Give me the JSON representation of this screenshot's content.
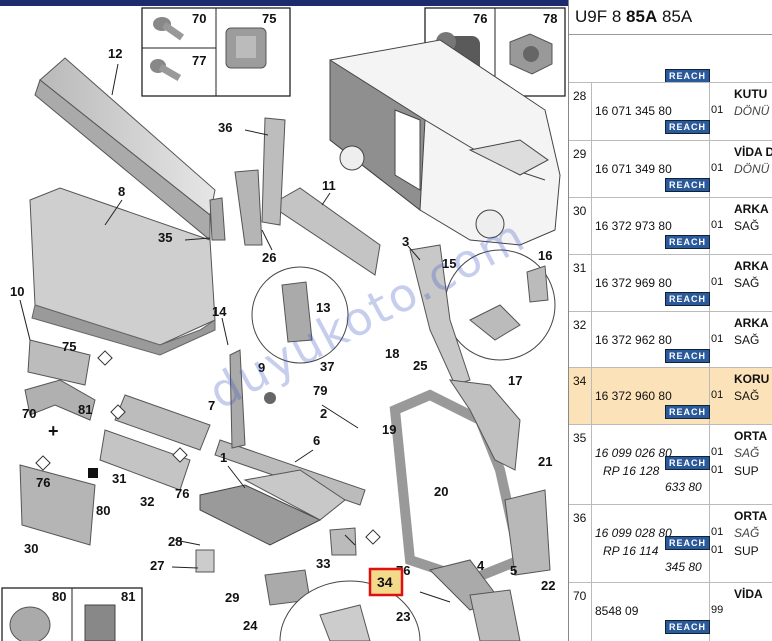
{
  "header": {
    "model_prefix": "U9F 8",
    "model_bold": "85A",
    "model_suffix": "85A"
  },
  "diagram": {
    "callouts": [
      "12",
      "8",
      "36",
      "11",
      "35",
      "26",
      "3",
      "15",
      "16",
      "10",
      "75",
      "14",
      "13",
      "9",
      "37",
      "79",
      "18",
      "25",
      "17",
      "70",
      "81",
      "7",
      "2",
      "6",
      "19",
      "20",
      "21",
      "76",
      "31",
      "32",
      "1",
      "80",
      "30",
      "28",
      "27",
      "29",
      "33",
      "34",
      "76",
      "4",
      "5",
      "24",
      "23",
      "22",
      "80",
      "81",
      "70",
      "75",
      "77",
      "76",
      "78"
    ],
    "selected_callout": "34",
    "watermark": "duyukoto.com"
  },
  "parts_panel": {
    "top_badge": "REACH",
    "rows": [
      {
        "ref": "28",
        "part_no": "16 071 345 80",
        "qty": "01",
        "desc1": "KUTU",
        "desc2": "DÖNÜ",
        "badge": "REACH",
        "selected": false,
        "italic": false
      },
      {
        "ref": "29",
        "part_no": "16 071 349 80",
        "qty": "01",
        "desc1": "VİDA D",
        "desc2": "DÖNÜ",
        "badge": "REACH",
        "selected": false,
        "italic": false
      },
      {
        "ref": "30",
        "part_no": "16 372 973 80",
        "qty": "01",
        "desc1": "ARKA",
        "desc2": "SAĞ",
        "badge": "REACH",
        "selected": false,
        "italic": false
      },
      {
        "ref": "31",
        "part_no": "16 372 969 80",
        "qty": "01",
        "desc1": "ARKA",
        "desc2": "SAĞ",
        "badge": "REACH",
        "selected": false,
        "italic": false
      },
      {
        "ref": "32",
        "part_no": "16 372 962 80",
        "qty": "01",
        "desc1": "ARKA",
        "desc2": "SAĞ",
        "badge": "REACH",
        "selected": false,
        "italic": false
      },
      {
        "ref": "34",
        "part_no": "16 372 960 80",
        "qty": "01",
        "desc1": "KORU",
        "desc2": "SAĞ",
        "badge": "REACH",
        "selected": true,
        "italic": false
      },
      {
        "ref": "35",
        "part_no": "16 099 026 80",
        "qty": "01",
        "desc1": "ORTA",
        "desc2": "SAĞ",
        "badge": "REACH",
        "selected": false,
        "italic": true,
        "replaced_by": "RP 16 128",
        "replaced_suffix": "633 80",
        "qty2": "01",
        "desc3": "SUP"
      },
      {
        "ref": "36",
        "part_no": "16 099 028 80",
        "qty": "01",
        "desc1": "ORTA",
        "desc2": "SAĞ",
        "badge": "REACH",
        "selected": false,
        "italic": true,
        "replaced_by": "RP 16 114",
        "replaced_suffix": "345 80",
        "qty2": "01",
        "desc3": "SUP"
      },
      {
        "ref": "70",
        "part_no": "8548 09",
        "qty": "99",
        "desc1": "VİDA",
        "desc2": "",
        "badge": "REACH",
        "selected": false,
        "italic": false
      }
    ]
  }
}
